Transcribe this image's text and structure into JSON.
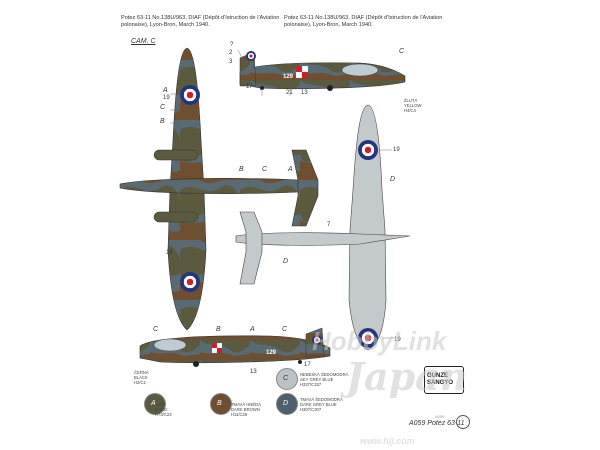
{
  "captions": {
    "left": "Potez 63-11 No.138U/963, DIAF (Dépôt d'Istruction de l'Aviation\npolonaise), Lyon-Bron, March 1940.",
    "right": "Potez 63-11 No.138U/963, DIAF (Dépôt d'Istruction de l'Aviation\npolonaise), Lyon-Bron, March 1940."
  },
  "camo_label": "CAM. C",
  "aircraft_code": "129",
  "letters": {
    "a": "A",
    "b": "B",
    "c": "C",
    "d": "D",
    "a2": "A",
    "b2": "B",
    "c2": "C",
    "d2": "D"
  },
  "callout_numbers": {
    "n19": "19",
    "n17": "17",
    "n21": "21",
    "n13": "13",
    "n7": "7",
    "n2": "2",
    "n3": "3",
    "n18": "18",
    "q": "?"
  },
  "yellow_note": "ŽLUTÁ\nYELLOW\nH4/C4",
  "black_note": "ČERNÁ\nBLACK\nH2/C2",
  "swatches": [
    {
      "letter": "A",
      "color": "#5b5a3e",
      "text": "KAKI\nKHAKI\nH73/C23"
    },
    {
      "letter": "B",
      "color": "#6e4f32",
      "text": "TMAVÁ HNĚDÁ\nDARK BROWN\nH11/C29"
    },
    {
      "letter": "C",
      "color": "#bcc2c4",
      "text": "NEBESKÁ ŠEDOMODRÁ\nSKY GREY BLUE\nH337/C337"
    },
    {
      "letter": "D",
      "color": "#4f5f70",
      "text": "TMAVÁ ŠEDOMODRÁ\nDARK GREY BLUE\nH307/C307"
    }
  ],
  "product_code": "A059",
  "product_title": "A059 Potez 63-11",
  "watermark": {
    "main": "HobbyLink",
    "script": "Japan",
    "url": "www.hlj.com"
  },
  "brand": "GUNZE\nSANGYO"
}
